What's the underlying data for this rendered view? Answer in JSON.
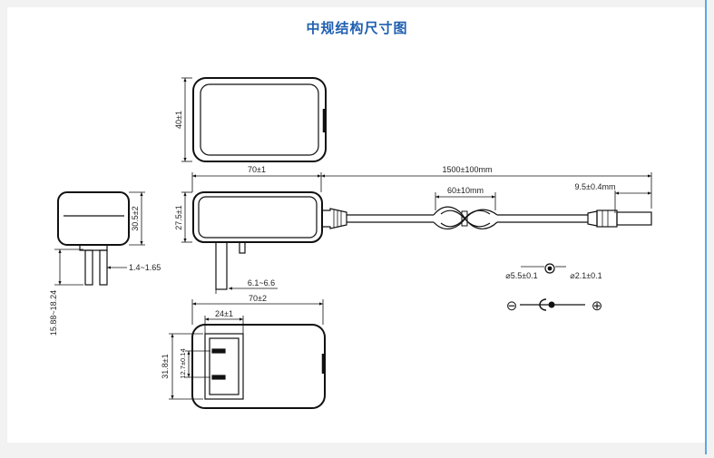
{
  "title": "中规结构尺寸图",
  "colors": {
    "background": "#ffffff",
    "title": "#1f5fb0",
    "line": "#111111",
    "right_border": "#5aa9e6"
  },
  "front_view": {
    "height_label": "40±1"
  },
  "side_view": {
    "length_label": "70±1",
    "cable_length_label": "1500±100mm",
    "tie_label": "60±10mm",
    "plug_length_label": "9.5±0.4mm",
    "height_label": "27.5±1",
    "pin_offset_label": "6.1~6.6"
  },
  "end_view": {
    "height_label": "30.5±2",
    "pin_thickness_label": "1.4~1.65",
    "pin_length_label": "15.88~18.24"
  },
  "bottom_view": {
    "length_label": "70±2",
    "pin_span_label": "24±1",
    "width_label": "31.8±1",
    "pin_spacing_label": "12.7±0.14"
  },
  "dc_plug": {
    "outer_diameter_label": "⌀5.5±0.1",
    "inner_diameter_label": "⌀2.1±0.1",
    "negative_symbol": "⊖",
    "positive_symbol": "⊕"
  }
}
